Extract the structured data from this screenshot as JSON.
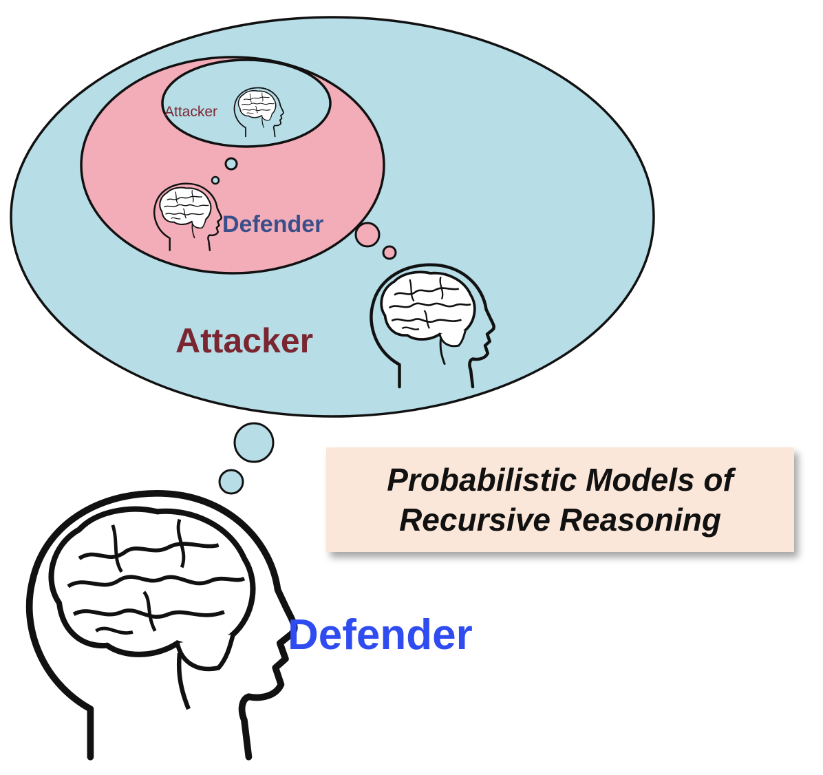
{
  "labels": {
    "outer_defender": "Defender",
    "attacker_level1": "Attacker",
    "defender_level2": "Defender",
    "attacker_level3": "Attacker"
  },
  "caption": {
    "line1": "Probabilistic Models of",
    "line2": "Recursive Reasoning"
  },
  "colors": {
    "outer_bubble": "#b7dde7",
    "inner_bubble": "#f2adb9",
    "attacker_text": "#7a2630",
    "defender_level2_text": "#3a4f8a",
    "outer_defender_text": "#2f4cf0",
    "caption_bg": "#fbe7d9"
  },
  "icons": [
    "head-brain-icon"
  ]
}
